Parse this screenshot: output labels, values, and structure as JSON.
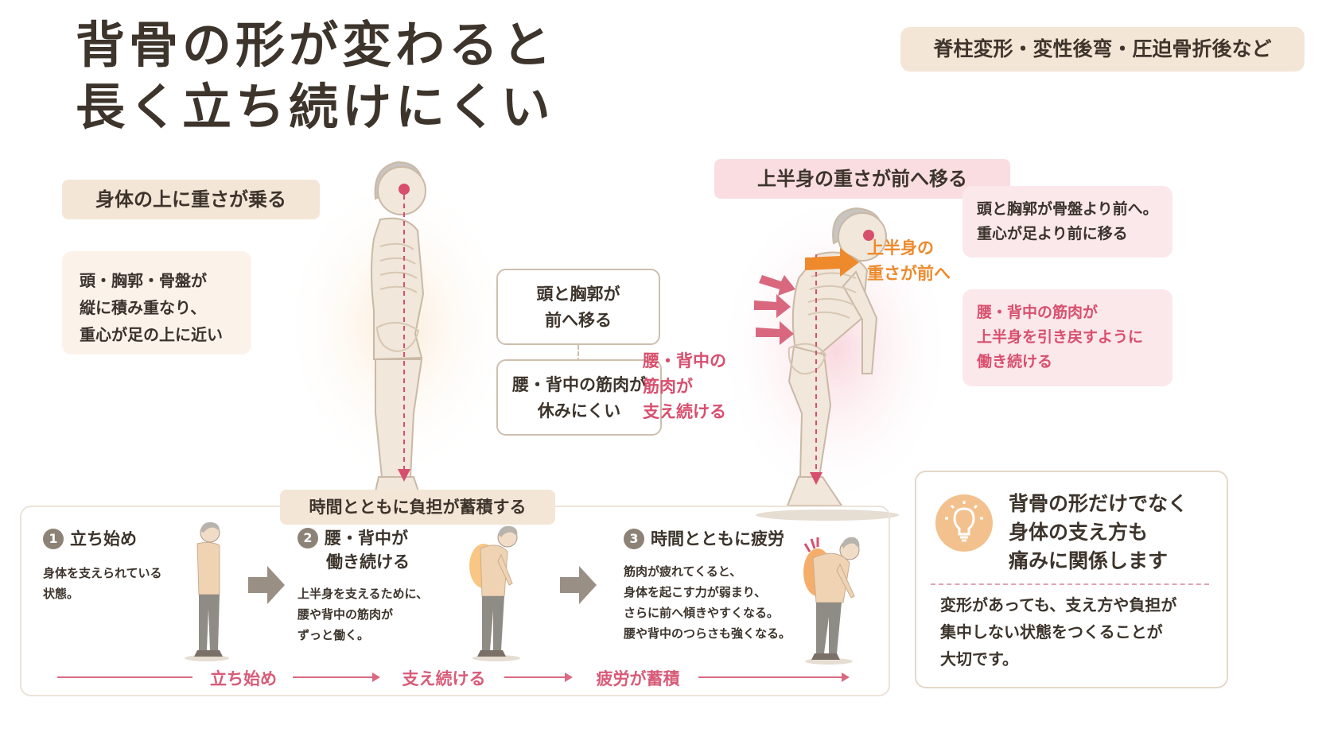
{
  "title": {
    "line1": "背骨の形が変わると",
    "line2": "長く立ち続けにくい"
  },
  "conditions_tag": "脊柱変形・変性後弯・圧迫骨折後など",
  "left": {
    "pill": "身体の上に重さが乗る",
    "desc": [
      "頭・胸郭・骨盤が",
      "縦に積み重なり、",
      "重心が足の上に近い"
    ]
  },
  "middle": {
    "box1": [
      "頭と胸郭が",
      "前へ移る"
    ],
    "box2": [
      "腰・背中の筋肉が",
      "休みにくい"
    ]
  },
  "right": {
    "pill": "上半身の重さが前へ移る",
    "arrow_label": [
      "上半身の",
      "重さが前へ"
    ],
    "muscle_label": [
      "腰・背中の",
      "筋肉が",
      "支え続ける"
    ],
    "box1": [
      "頭と胸郭が骨盤より前へ。",
      "重心が足より前に移る"
    ],
    "box2": [
      "腰・背中の筋肉が",
      "上半身を引き戻すように",
      "働き続ける"
    ]
  },
  "timeline": {
    "header": "時間とともに負担が蓄積する",
    "steps": [
      {
        "num": "1",
        "title": [
          "立ち始め"
        ],
        "desc": [
          "身体を支えられている",
          "状態。"
        ]
      },
      {
        "num": "2",
        "title": [
          "腰・背中が",
          "働き続ける"
        ],
        "desc": [
          "上半身を支えるために、",
          "腰や背中の筋肉が",
          "ずっと働く。"
        ]
      },
      {
        "num": "3",
        "title": [
          "時間とともに疲労"
        ],
        "desc": [
          "筋肉が疲れてくると、",
          "身体を起こす力が弱まり、",
          "さらに前へ傾きやすくなる。",
          "腰や背中のつらさも強くなる。"
        ]
      }
    ],
    "labels": [
      "立ち始め",
      "支え続ける",
      "疲労が蓄積"
    ]
  },
  "tip": {
    "icon": "lightbulb-icon",
    "heading": [
      "背骨の形だけでなく",
      "身体の支え方も",
      "痛みに関係します"
    ],
    "body": [
      "変形があっても、支え方や負担が",
      "集中しない状態をつくることが",
      "大切です。"
    ]
  },
  "colors": {
    "pink": "#d84f6e",
    "orange": "#ee8a2c",
    "beige": "#f4e6d6",
    "pinkBg": "#fbe8ea",
    "outline": "#cdbfae",
    "skeleton": "#e8dccc"
  }
}
